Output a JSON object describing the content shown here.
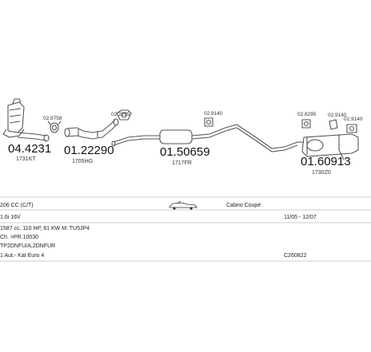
{
  "parts": [
    {
      "number": "04.4231",
      "oem": "1731KT"
    },
    {
      "number": "01.22290",
      "oem": "1705HG"
    },
    {
      "number": "01.50659",
      "oem": "1717FR"
    },
    {
      "number": "01.60913",
      "oem": "1730Z0"
    }
  ],
  "accessories": [
    "02.9758",
    "02.2295",
    "02.9140",
    "02.8295",
    "02.9140",
    "02.9140"
  ],
  "specs": {
    "model": "206 CC  (C/T)",
    "body_type": "Cabrio Coupé",
    "engine": "1.6i 16V",
    "years": "11/05 - 12/07",
    "engine_details": "1587 cc, 110 HP, 81 KW M: TU5JP4",
    "chassis": "Ch. >PR.10030",
    "codes": "TP2DNFU/A,2DNFUR",
    "transmission": "1 Aut.- Kat Euro 4",
    "catalogue_no": "C260822"
  }
}
